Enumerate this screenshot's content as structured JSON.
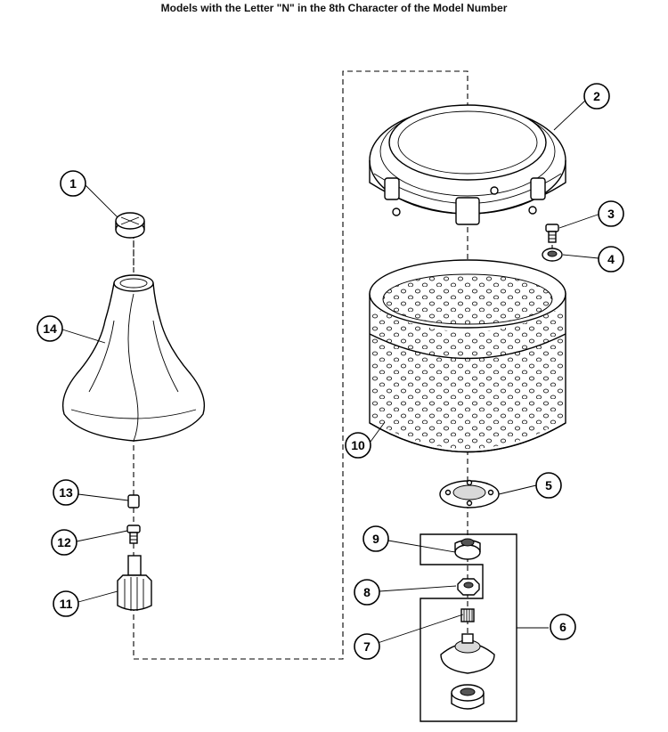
{
  "title": "Models with the Letter \"N\" in the 8th Character of the Model Number",
  "callouts": [
    {
      "id": "c1",
      "label": "1"
    },
    {
      "id": "c2",
      "label": "2"
    },
    {
      "id": "c3",
      "label": "3"
    },
    {
      "id": "c4",
      "label": "4"
    },
    {
      "id": "c5",
      "label": "5"
    },
    {
      "id": "c6",
      "label": "6"
    },
    {
      "id": "c7",
      "label": "7"
    },
    {
      "id": "c8",
      "label": "8"
    },
    {
      "id": "c9",
      "label": "9"
    },
    {
      "id": "c10",
      "label": "10"
    },
    {
      "id": "c11",
      "label": "11"
    },
    {
      "id": "c12",
      "label": "12"
    },
    {
      "id": "c13",
      "label": "13"
    },
    {
      "id": "c14",
      "label": "14"
    }
  ]
}
